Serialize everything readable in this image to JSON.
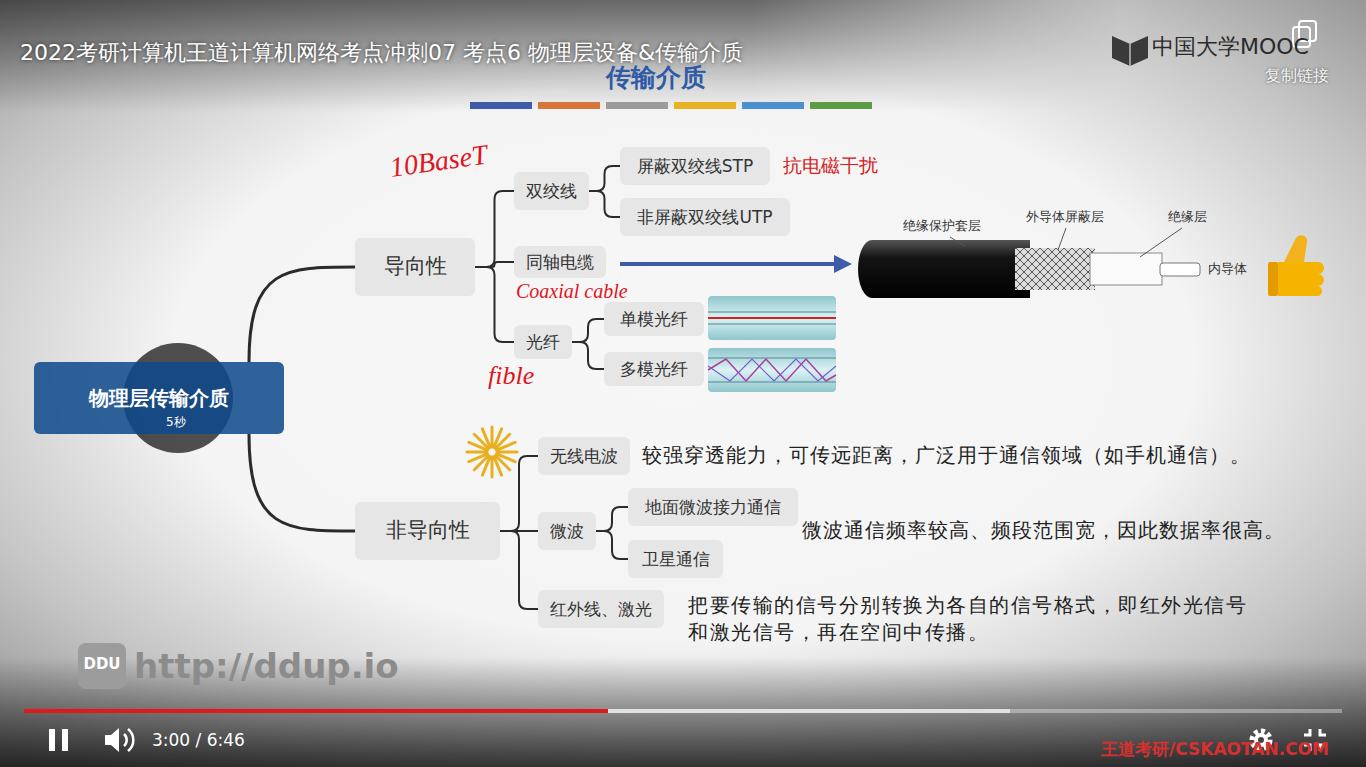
{
  "diagram": {
    "title": "2022考研计算机王道计算机网络考点冲刺07 考点6 物理层设备&传输介质",
    "nodes": [
      {
        "text": [
          "物理层传输介质"
        ]
      },
      {
        "text": [
          "导向性"
        ]
      },
      {
        "text": [
          "双绞线"
        ]
      },
      {
        "text": [
          "屏蔽双绞线STP"
        ]
      },
      {
        "text": [
          "非屏蔽双绞线UTP"
        ]
      },
      {
        "text": [
          "同轴电缆"
        ]
      },
      {
        "text": [
          "光纤"
        ]
      },
      {
        "text": [
          "单模光纤"
        ]
      },
      {
        "text": [
          "多模光纤"
        ]
      },
      {
        "text": [
          "非导向性"
        ]
      },
      {
        "text": [
          "无线电波"
        ]
      },
      {
        "text": [
          "微波"
        ]
      },
      {
        "text": [
          "地面微波接力通信"
        ]
      },
      {
        "text": [
          "卫星通信"
        ]
      },
      {
        "text": [
          "红外线、激光"
        ]
      }
    ],
    "edges": [
      {
        "from": 0,
        "to": 1,
        "arrow": "none"
      },
      {
        "from": 0,
        "to": 9,
        "arrow": "none"
      },
      {
        "from": 1,
        "to": 2,
        "arrow": "none"
      },
      {
        "from": 1,
        "to": 5,
        "arrow": "none"
      },
      {
        "from": 1,
        "to": 6,
        "arrow": "none"
      },
      {
        "from": 2,
        "to": 3,
        "arrow": "none"
      },
      {
        "from": 2,
        "to": 4,
        "arrow": "none"
      },
      {
        "from": 6,
        "to": 7,
        "arrow": "none"
      },
      {
        "from": 6,
        "to": 8,
        "arrow": "none"
      },
      {
        "from": 9,
        "to": 10,
        "arrow": "none"
      },
      {
        "from": 9,
        "to": 11,
        "arrow": "none"
      },
      {
        "from": 9,
        "to": 14,
        "arrow": "none"
      },
      {
        "from": 11,
        "to": 12,
        "arrow": "none"
      },
      {
        "from": 11,
        "to": 13,
        "arrow": "none"
      }
    ],
    "labels": [
      "传输介质",
      "中国大学MOOC",
      "复制链接",
      "抗电磁干扰",
      "绝缘保护套层",
      "外导体屏蔽层",
      "绝缘层",
      "内导体",
      "10BaseT",
      "Coaxial cable",
      "fible",
      "较强穿透能力，可传远距离，广泛用于通信领域（如手机通信）。",
      "微波通信频率较高、频段范围宽，因此数据率很高。",
      "把要传输的信号分别转换为各自的信号格式，即红外光信号和激光信号，再在空间中传播。",
      "5秒",
      "DDU",
      "http://ddup.io",
      "3:00 / 6:46",
      "王道考研/CSKAOTAN.COM"
    ]
  }
}
